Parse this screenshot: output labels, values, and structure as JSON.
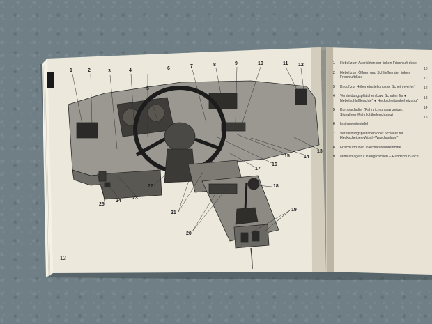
{
  "page_number": "12",
  "callouts": [
    "1",
    "2",
    "3",
    "4",
    "5",
    "6",
    "7",
    "8",
    "9",
    "10",
    "11",
    "12",
    "13",
    "14",
    "15",
    "16",
    "17",
    "18",
    "19",
    "20",
    "21",
    "22",
    "23",
    "24",
    "25"
  ],
  "legend": [
    {
      "num": "1",
      "text": "Hebel zum Ausrichten der linken Frischluft-düse"
    },
    {
      "num": "2",
      "text": "Hebel zum Öffnen und Schließen der linken Frischluftdüse"
    },
    {
      "num": "3",
      "text": "Knopf zur Höheneinstellung der Schein-werfer*"
    },
    {
      "num": "4",
      "text": "Verkleidungsplättchen bzw. Schalter für ● Nebelschlußleuchte* ● Heckscheibenbeheizung*"
    },
    {
      "num": "5",
      "text": "Kombischalter (Fahrtrichtungsanzeiger, Signalhorn/Fahrlichtbeleuchtung)"
    },
    {
      "num": "6",
      "text": "Instrumententafel"
    },
    {
      "num": "7",
      "text": "Verkleidungsplättchen oder Schalter für Heckscheiben-Wisch-Waschanlage*"
    },
    {
      "num": "8",
      "text": "Frischluftdüsen in Armaturenbrettmitte"
    },
    {
      "num": "9",
      "text": "Mittelablage für Parkgroschen – Handschuh-fach*"
    }
  ],
  "edge_numbers": [
    "10",
    "11",
    "12",
    "13",
    "14",
    "15"
  ]
}
